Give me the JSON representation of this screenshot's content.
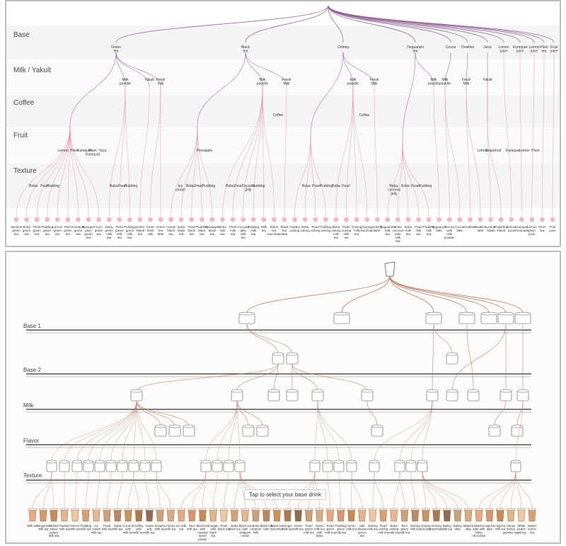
{
  "top": {
    "tiers": [
      "Base",
      "Milk / Yakult",
      "Coffee",
      "Fruit",
      "Texture"
    ],
    "bases": [
      "Green\ntea",
      "Black\ntea",
      "Oolong",
      "Tieguanyin\ntea",
      "Cocoa",
      "Ovaltine",
      "Juice",
      "Lemon\njuice",
      "Kumquat\njuice",
      "Lemon\njuice",
      "Plum\ntea",
      "Fruit\njuice"
    ],
    "milk": [
      "Milk\npowder",
      "Yakult",
      "Fresh\nmilk",
      "Milk\npowder",
      "Fresh\nMilk",
      "Milk\npowder",
      "Fresh\nMilk",
      "Milk\npowder",
      "Milk\npowder",
      "Fresh\nMilk",
      "Yakult"
    ],
    "coffee": [
      "Coffee",
      "Coffee"
    ],
    "fruit": [
      "Lemon",
      "Plum",
      "Kumquat",
      "Plum\nKumquat",
      "Yuzu",
      "Pineapple",
      "Lemon",
      "Grapefruit",
      "Kumquat",
      "Lemon",
      "Plum"
    ],
    "texture": [
      "Boba",
      "Pearl",
      "Pudding",
      "Boba",
      "Pearl",
      "Pudding",
      "Ice\ncream",
      "Boba",
      "Pearl",
      "Pudding",
      "Boba",
      "Pearl",
      "Coconut\njelly",
      "Pudding",
      "Boba",
      "Pearl",
      "Pudding",
      "Boba",
      "Pearl",
      "Boba,\ncoconut\njelly",
      "Boba",
      "Pearl",
      "Pudding"
    ],
    "leaves": [
      "Jasmine\ngreen\ntea",
      "Boba\ngreen\ntea",
      "Pearl\ngreen\ntea",
      "Pudding\ngreen\ntea",
      "Lemon\ngreen\ntea",
      "Plum\ngreen\ntea",
      "Kumquat\ngreen\ntea",
      "Kumquat\nplum\ngreen\ntea",
      "Yuzu\ngreen\ntea",
      "Boba\ngreen\nmilk\ntea",
      "Pearl\ngreen\nmilk\ntea",
      "Pudding\ngreen\nmilk\ntea",
      "Green\nYakult\ntea",
      "Green\nfresh\nmilk",
      "Green\ntea\nlatte",
      "Assam\nblack\ntea",
      "Boba\nblack\ntea",
      "Pearl\nblack\ntea",
      "Pudding\nblack\ntea",
      "Pineapple\nblack\ntea",
      "Boba\nmilk\ntea",
      "Pearl\nmilk\ntea",
      "Coconut\njelly\nmilk\ntea",
      "Pudding\nmilk\ntea",
      "Milk\ntea",
      "Black\ntea\nmacchiato",
      "Black\ntea\nlatte",
      "Golden\noolong",
      "Boba\noolong",
      "Pearl\noolong",
      "Pudding\noolong",
      "Boba\noolong\nmilk\ntea",
      "Pearl\noolong\nmilk\ntea",
      "Oolong\nmilk\ntea",
      "Oolong\nmacchiato",
      "Oolong\nlatte",
      "Tieguanyin\nmilk\ntea",
      "Boba\ncoconut\njelly\nmilk\ntea",
      "Boba\nmilk\ntea",
      "Pearl\nmilk\ntea",
      "Pudding\nmilk\ntea",
      "Tieguanyin\nlatte",
      "Cocoa\nwith\nmilk\npowder",
      "Cocoa\nlatte",
      "Ovaltine",
      "Ovaltine\nlatte",
      "Lemon\nYakult",
      "Grapefruit\nYakult",
      "Lemon\njuice",
      "Kumquat\nlemonade",
      "Lemon\nplum\njuice",
      "Plum\ntea",
      "Fruit\njuice"
    ]
  },
  "bottom": {
    "tiers": [
      "Base 1",
      "Base 2",
      "Milk",
      "Flavor",
      "Texture"
    ],
    "hint": "Tap to select your base drink",
    "leaves": [
      "Milk tea",
      "Tangerine\nmilk tea",
      "Melted\nsweet\npotato\nmilk tea",
      "Toasted\nmilk tea",
      "Mochi\nmilk tea",
      "Pudding\nmilk tea",
      "Ice\ncream\nmilk tea",
      "Pearl\nmilk tea",
      "Boba\nmilk tea",
      "Coconut\njelly\nmilk tea",
      "Coffee\njelly\nmilk tea",
      "Grass\njelly\nmilk tea",
      "Sesame\nmilk tea",
      "Honey\nmilk tea",
      "Ice milk\ntea",
      "Rice\nmilk tea",
      "Black tea\nwith\nroasted\nsweet\npotato",
      "Longan\nmilk\nblack\ntea",
      "Pearl\nblack tea",
      "Boba\nblack tea",
      "Black tea\nwith\nwhipped\ncream",
      "Boba\ncaramel\nmilk",
      "Black tea\nlatte",
      "Black tea\nmacchiato",
      "Ginger\nmilk tea",
      "Green\nmilk tea",
      "Pearl\ngreen\nmilk tea",
      "Green\nmilk tea\nwith\nboba",
      "Pearl\ngreen\nmilk tea",
      "Pudding\ngreen\nmilk tea",
      "Green\nmilk tea",
      "Salt\ncheese\ngreen\ntea",
      "Oolong\nmilk tea",
      "Pearl\noolong\nmilk tea",
      "Boba\noolong\nmilk tea",
      "Rice\ngreen\nmilk tea",
      "Oolong\nmilk tea",
      "Oolong\ntea latte",
      "Oolong\nmacchiato",
      "Barley\nmilk tea",
      "Barley\nlatte",
      "Matcha\nlatte",
      "Matcha\nlatte with\nwhite\nchocolate",
      "Hojicha\nlatte",
      "Hojicha\nmilk tea",
      "Honey\nlychee\njasmine tea",
      "White\npeach\noolong",
      "Winter\nmelon\ntea"
    ],
    "colors": {
      "leaf_cups": [
        "#e8a882",
        "#d9956c",
        "#c98a55",
        "#e3b48a",
        "#f0c7a0",
        "#d8a070",
        "#e6b890",
        "#caa27a",
        "#b98864",
        "#c7955c",
        "#a97a50",
        "#8a6c58",
        "#c8a27c",
        "#d6ad82"
      ],
      "branch": "#b07a68",
      "top_branch": "#8a5a8e"
    }
  }
}
